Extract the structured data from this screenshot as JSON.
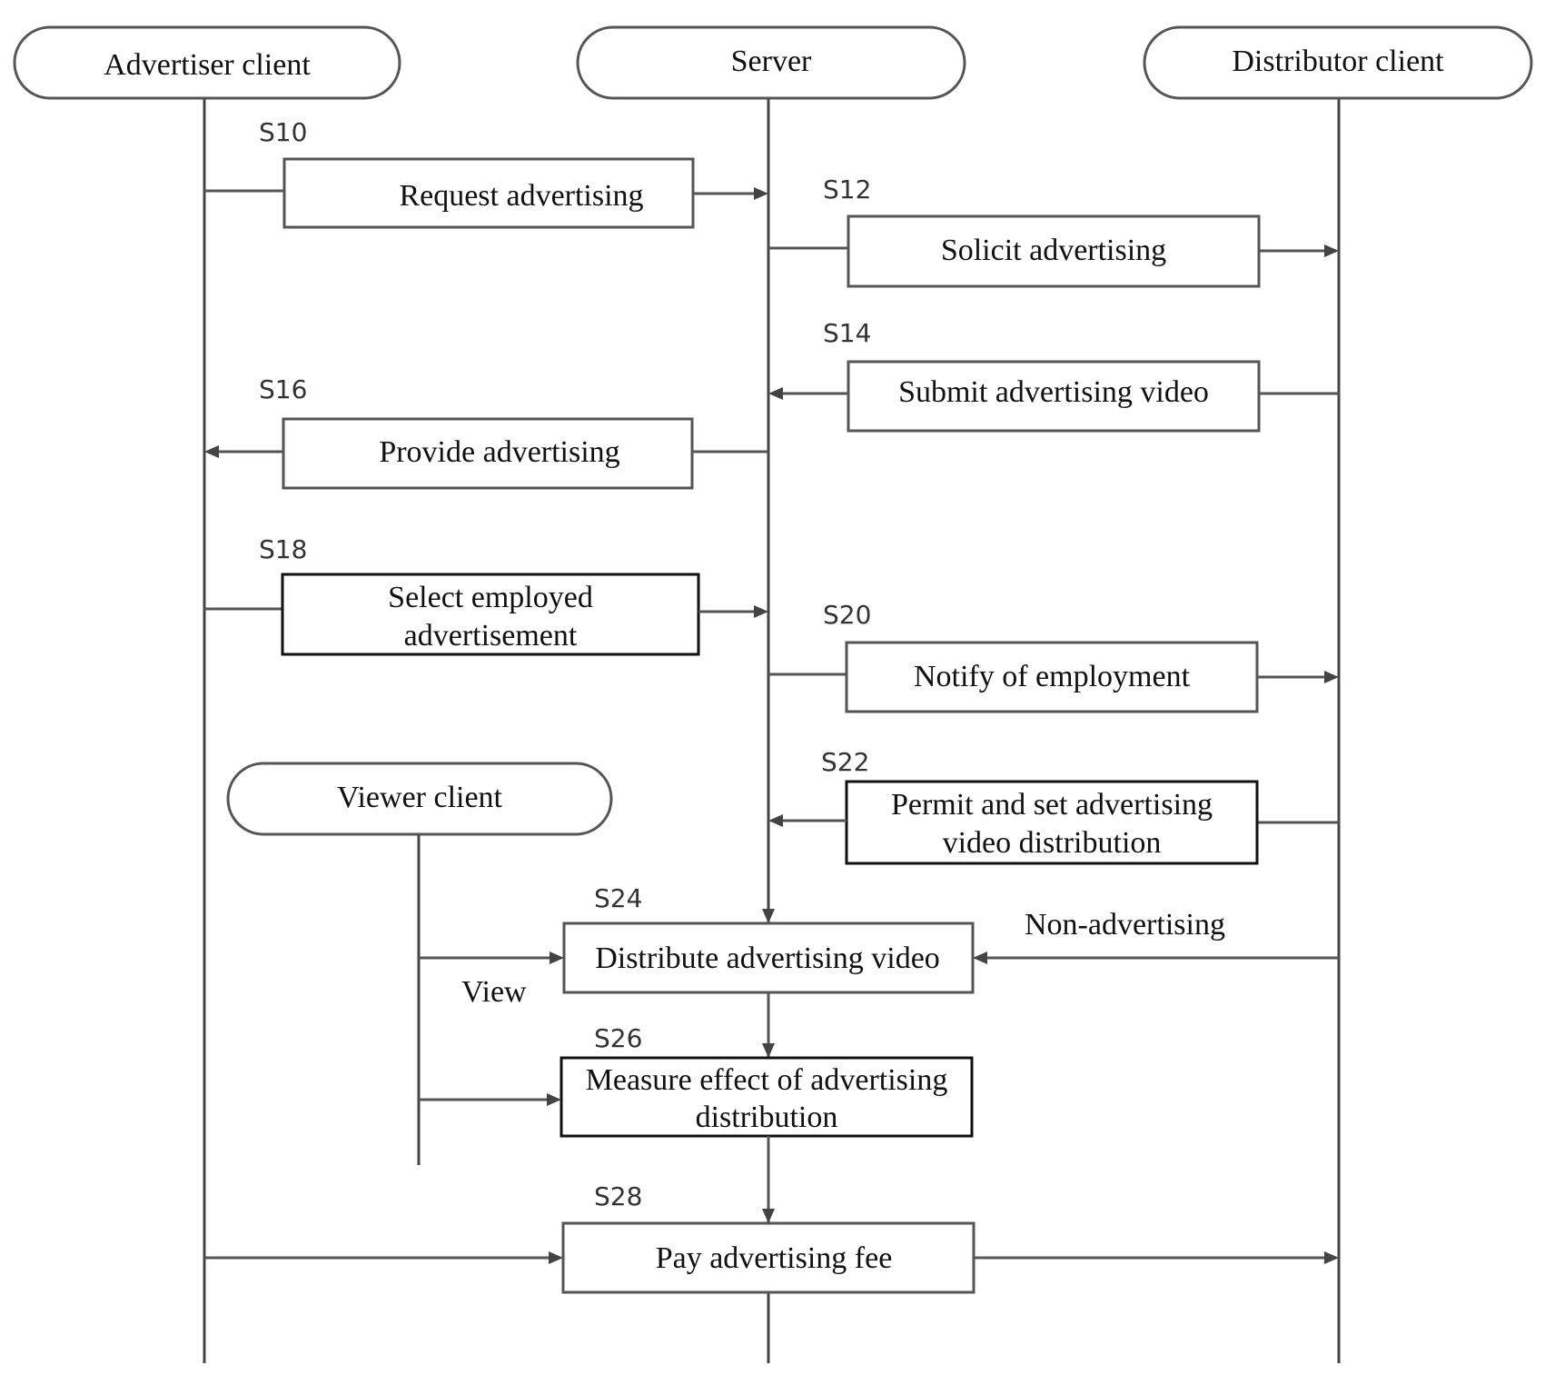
{
  "actors": {
    "advertiser": "Advertiser client",
    "server": "Server",
    "distributor": "Distributor client",
    "viewer": "Viewer client"
  },
  "steps": {
    "s10": {
      "id": "S10",
      "label": "Request advertising"
    },
    "s12": {
      "id": "S12",
      "label": "Solicit advertising"
    },
    "s14": {
      "id": "S14",
      "label": "Submit advertising video"
    },
    "s16": {
      "id": "S16",
      "label": "Provide advertising"
    },
    "s18": {
      "id": "S18",
      "line1": "Select employed",
      "line2": "advertisement"
    },
    "s20": {
      "id": "S20",
      "label": "Notify of employment"
    },
    "s22": {
      "id": "S22",
      "line1": "Permit and set advertising",
      "line2": "video distribution"
    },
    "s24": {
      "id": "S24",
      "label": "Distribute advertising video"
    },
    "s26": {
      "id": "S26",
      "line1": "Measure effect of advertising",
      "line2": "distribution"
    },
    "s28": {
      "id": "S28",
      "label": "Pay advertising fee"
    }
  },
  "annotations": {
    "view": "View",
    "non_advertising": "Non-advertising"
  }
}
